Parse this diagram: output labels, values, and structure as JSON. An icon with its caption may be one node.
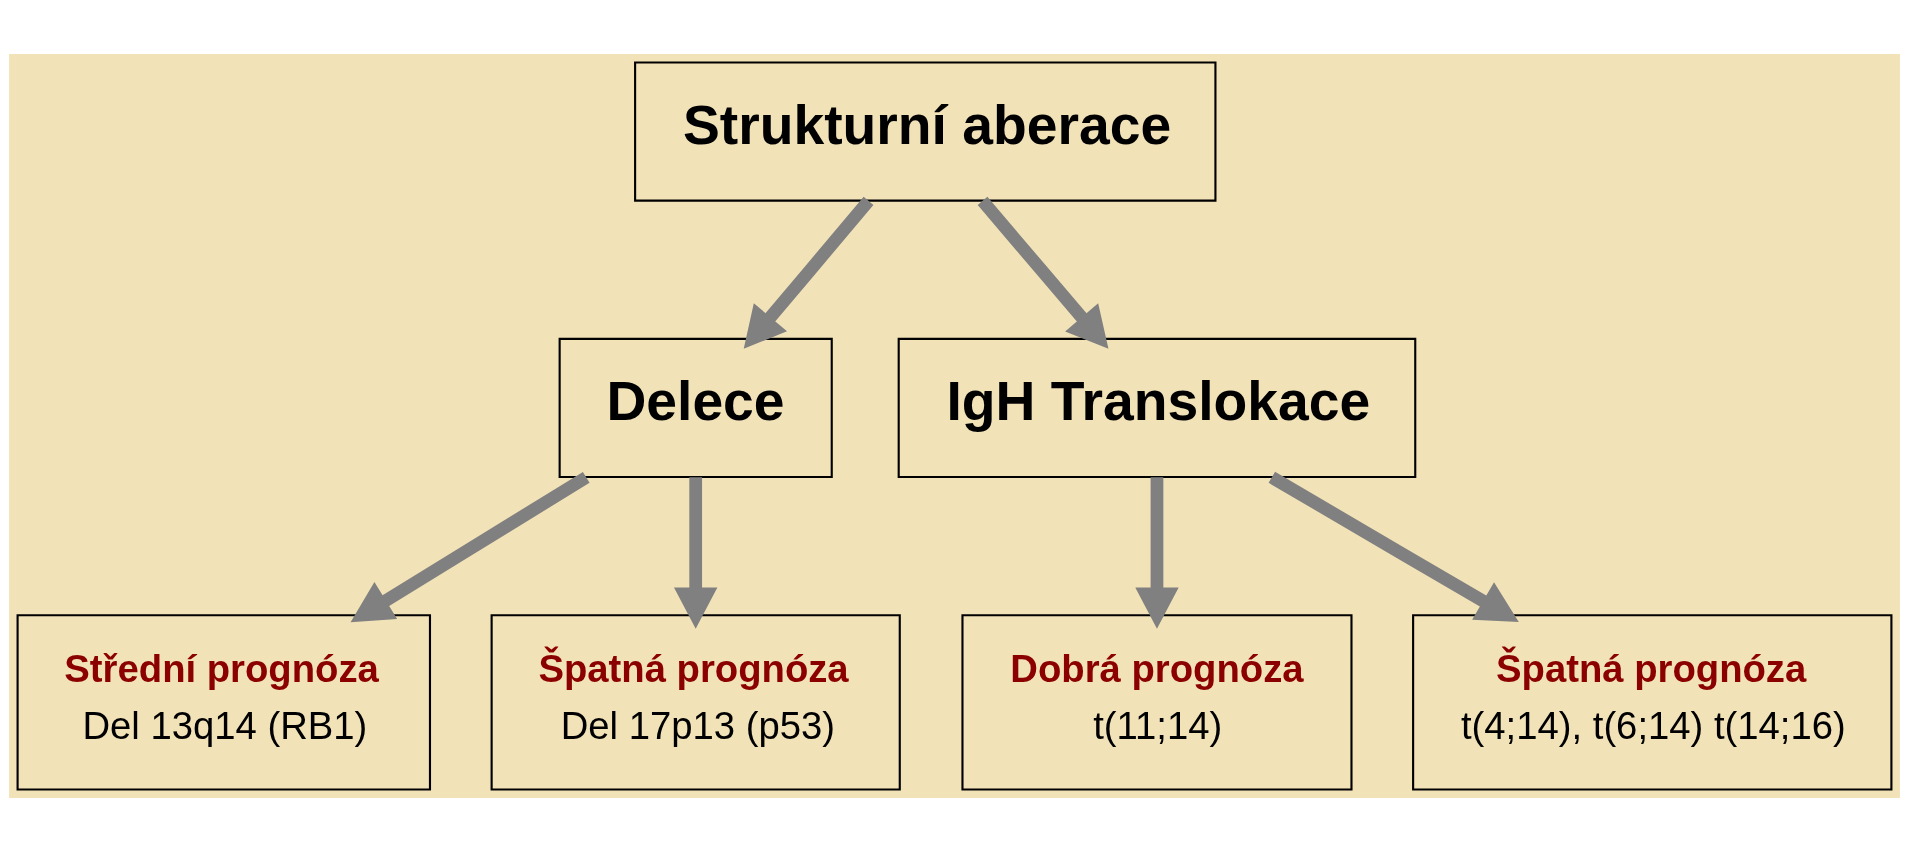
{
  "diagram": {
    "nodes": [
      {
        "text": [
          "Strukturní aberace"
        ]
      },
      {
        "text": [
          "Delece"
        ]
      },
      {
        "text": [
          "IgH Translokace"
        ]
      },
      {
        "text": [
          "Střední prognóza",
          "Del 13q14 (RB1)"
        ]
      },
      {
        "text": [
          "Špatná prognóza",
          "Del 17p13 (p53)"
        ]
      },
      {
        "text": [
          "Dobrá prognóza",
          "t(11;14)"
        ]
      },
      {
        "text": [
          "Špatná prognóza",
          "t(4;14), t(6;14) t(14;16)"
        ]
      }
    ],
    "edges": [
      {
        "from": 0,
        "to": 1,
        "arrow": "to"
      },
      {
        "from": 0,
        "to": 2,
        "arrow": "to"
      },
      {
        "from": 1,
        "to": 3,
        "arrow": "to"
      },
      {
        "from": 1,
        "to": 4,
        "arrow": "to"
      },
      {
        "from": 2,
        "to": 5,
        "arrow": "to"
      },
      {
        "from": 2,
        "to": 6,
        "arrow": "to"
      }
    ]
  }
}
